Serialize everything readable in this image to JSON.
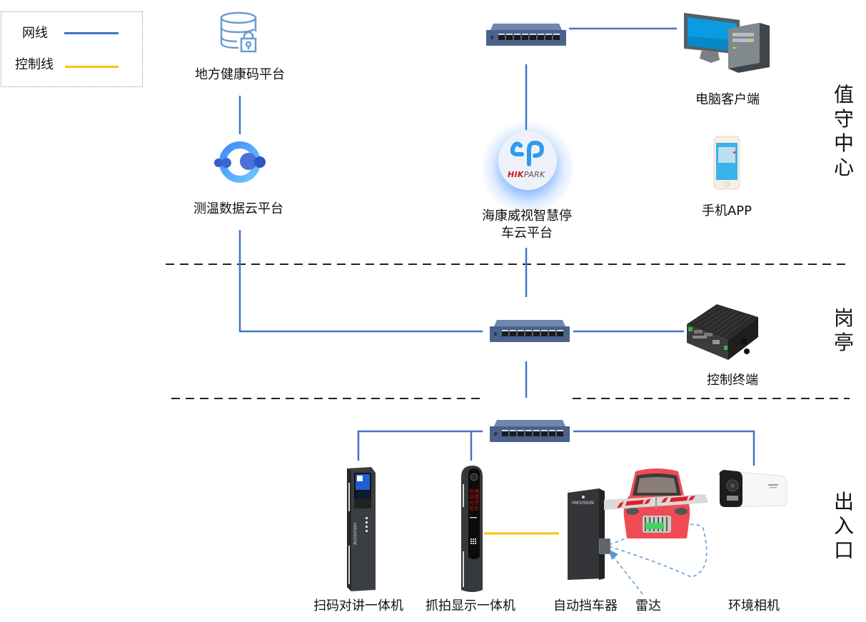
{
  "legend": {
    "items": [
      {
        "label": "网线",
        "color": "#4472c4"
      },
      {
        "label": "控制线",
        "color": "#ffc000"
      }
    ]
  },
  "zones": [
    {
      "name": "值守中心",
      "chars": [
        "值",
        "守",
        "中",
        "心"
      ]
    },
    {
      "name": "岗亭",
      "chars": [
        "岗",
        "亭"
      ]
    },
    {
      "name": "出入口",
      "chars": [
        "出",
        "入",
        "口"
      ]
    }
  ],
  "nodes": {
    "health_code_platform": {
      "label": "地方健康码平台",
      "icon": "database-lock-icon"
    },
    "temperature_cloud": {
      "label": "测温数据云平台",
      "icon": "cloud-platform-logo-icon"
    },
    "hikpark_cloud": {
      "label_line1": "海康威视智慧停",
      "label_line2": "车云平台",
      "logo_text_red": "HIK",
      "logo_text_gray": "PARK",
      "icon": "hikpark-logo-icon"
    },
    "pc_client": {
      "label": "电脑客户端",
      "icon": "desktop-computer-icon"
    },
    "mobile_app": {
      "label": "手机APP",
      "icon": "smartphone-icon"
    },
    "control_terminal": {
      "label": "控制终端",
      "icon": "control-terminal-icon"
    },
    "scan_intercom": {
      "label": "扫码对讲一体机",
      "icon": "scan-intercom-kiosk-icon"
    },
    "capture_display": {
      "label": "抓拍显示一体机",
      "icon": "capture-display-pole-icon",
      "led_text": [
        "欢",
        "海",
        "迎",
        "康",
        "光",
        "停",
        "临",
        "车"
      ]
    },
    "barrier_gate": {
      "label": "自动挡车器",
      "icon": "barrier-gate-icon",
      "brand": "HIKVISION"
    },
    "radar": {
      "label": "雷达",
      "icon": "radar-icon"
    },
    "env_camera": {
      "label": "环境相机",
      "icon": "bullet-camera-icon"
    }
  },
  "colors": {
    "network_line": "#4472c4",
    "control_line": "#ffc000",
    "divider": "#222222"
  }
}
